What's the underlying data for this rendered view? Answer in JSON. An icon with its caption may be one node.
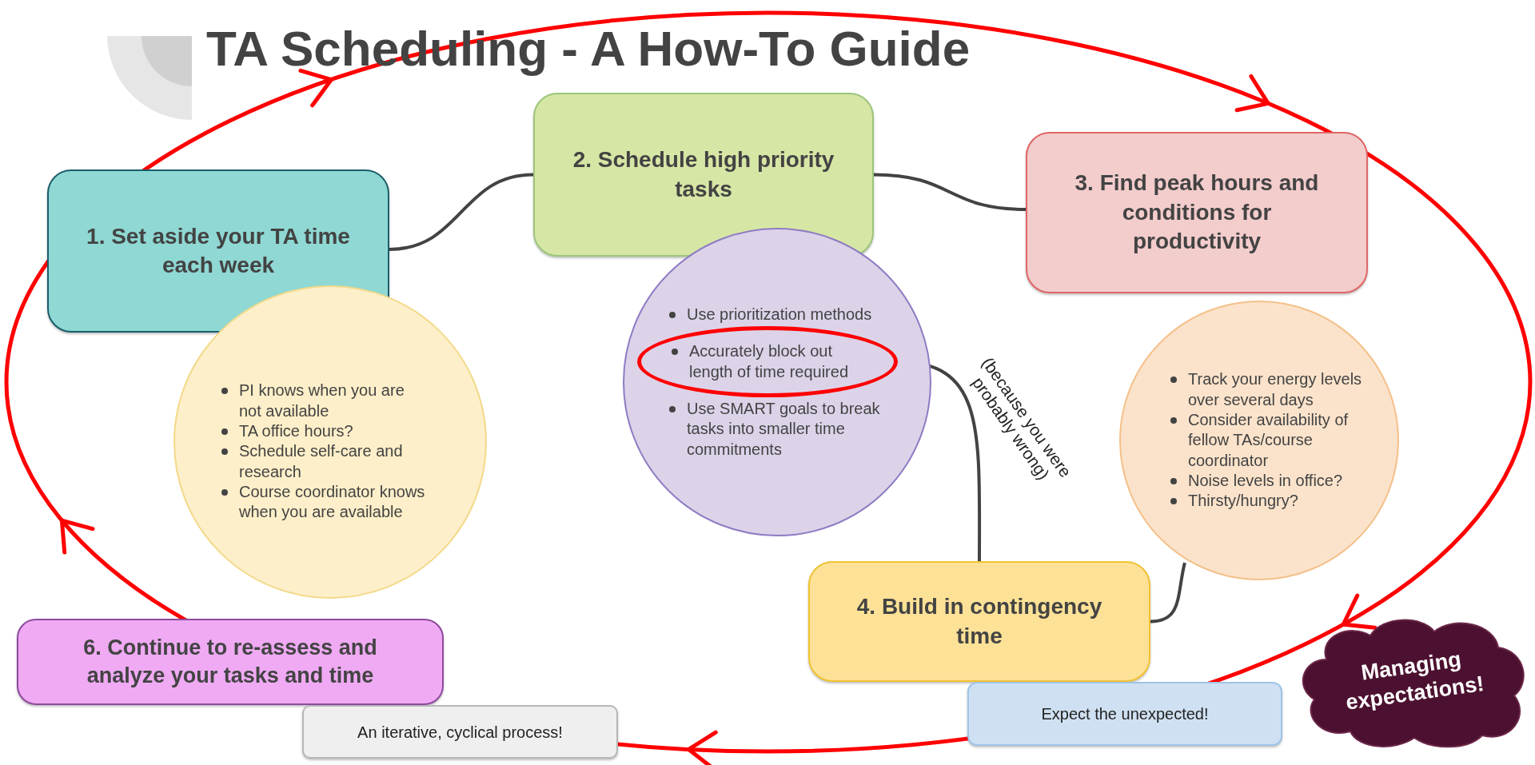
{
  "diagram": {
    "title": "TA Scheduling - A How-To Guide",
    "nodes": [
      {
        "text": [
          "1. Set aside your TA time each week"
        ]
      },
      {
        "text": [
          "PI knows when you are not available",
          "TA office hours?",
          "Schedule self-care and research",
          "Course coordinator knows when you are available"
        ]
      },
      {
        "text": [
          "2. Schedule high priority tasks"
        ]
      },
      {
        "text": [
          "Use prioritization methods",
          "Use SMART goals to break tasks into smaller time commitments"
        ]
      },
      {
        "text": [
          "Accurately block out length of time required"
        ],
        "in": 3
      },
      {
        "text": [
          "3. Find peak hours and conditions for productivity"
        ]
      },
      {
        "text": [
          "Track your energy levels over several days",
          "Consider availability of fellow TAs/course coordinator",
          "Noise levels in office?",
          "Thirsty/hungry?"
        ]
      },
      {
        "text": [
          "4. Build in contingency time"
        ]
      },
      {
        "text": [
          "Expect the unexpected!"
        ]
      },
      {
        "text": [
          "Managing expectations!"
        ]
      },
      {
        "text": [
          "6. Continue to re-assess and analyze your tasks and time"
        ]
      },
      {
        "text": [
          "An iterative, cyclical process!"
        ]
      }
    ],
    "edges": [
      {
        "from": 0,
        "to": 2,
        "arrow": "none"
      },
      {
        "from": 2,
        "to": 5,
        "arrow": "none"
      },
      {
        "from": 4,
        "to": 7,
        "arrow": "none",
        "label": "(because you were probably wrong)"
      },
      {
        "from": 7,
        "to": 6,
        "arrow": "none"
      }
    ]
  }
}
